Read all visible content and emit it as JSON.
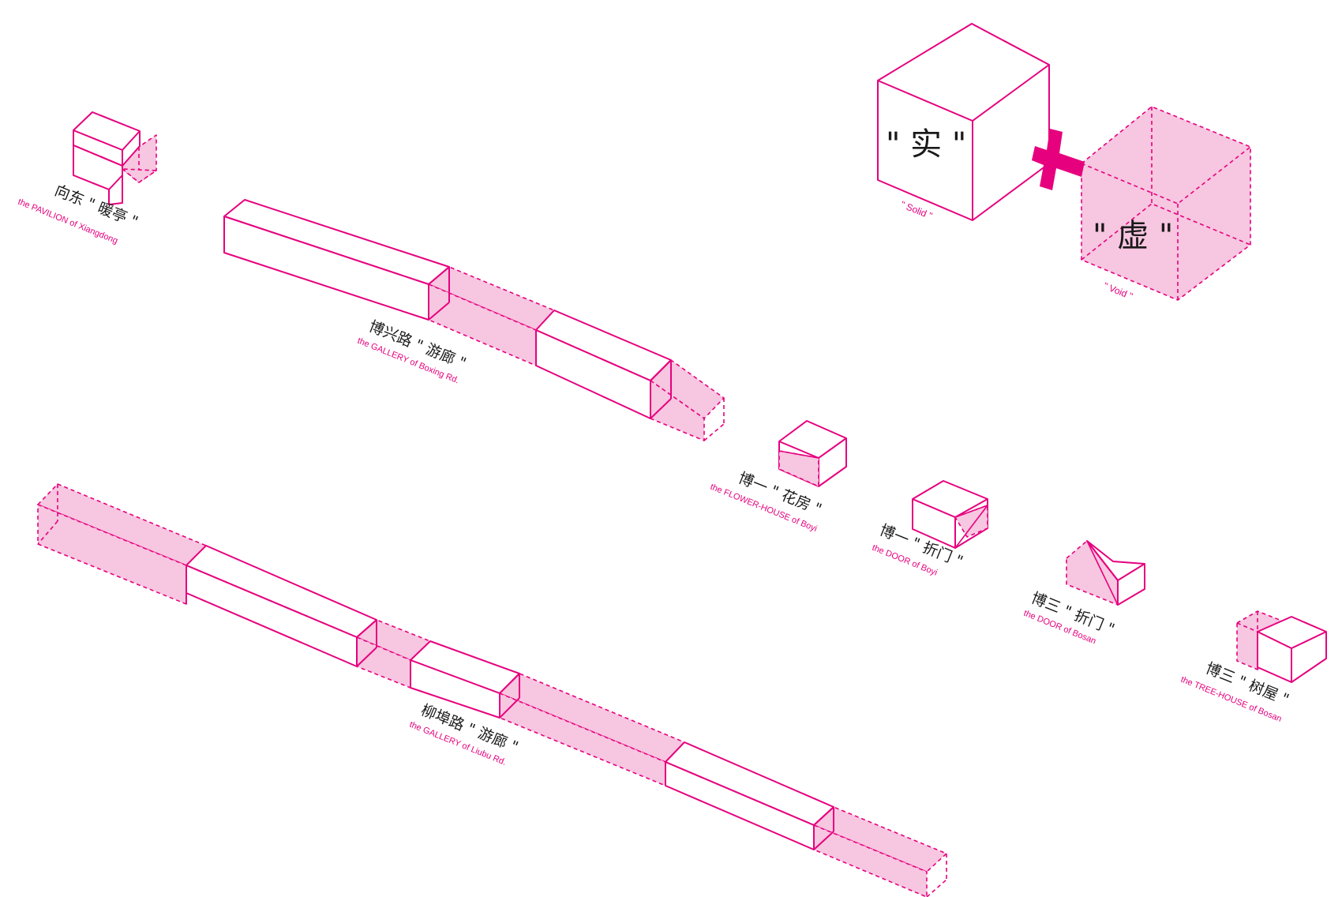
{
  "legend": {
    "solid_label": "\" 实 \"",
    "solid_caption": "\" Solid \"",
    "void_label": "\" 虚 \"",
    "void_caption": "\" Void  \"",
    "accent_color": "#e6007e",
    "void_fill_color": "#f7c6e0"
  },
  "labels": {
    "pavilion_cn": "向东 \" 暖亭 \"",
    "pavilion_en": "the PAVILION of Xiangdong",
    "gallery_boxing_cn": "博兴路 \" 游廊 \"",
    "gallery_boxing_en": "the GALLERY of Boxing Rd.",
    "flowerhouse_cn": "博一 \" 花房 \"",
    "flowerhouse_en": "the FLOWER-HOUSE of Boyi",
    "door_boyi_cn": "博一 \" 折门 \"",
    "door_boyi_en": "the DOOR of Boyi",
    "door_bosan_cn": "博三 \" 折门 \"",
    "door_bosan_en": "the DOOR of Bosan",
    "treehouse_cn": "博三 \" 树屋 \"",
    "treehouse_en": "the TREE-HOUSE of Bosan",
    "gallery_liubu_cn": "柳埠路 \" 游廊 \"",
    "gallery_liubu_en": "the GALLERY of Liubu Rd."
  }
}
